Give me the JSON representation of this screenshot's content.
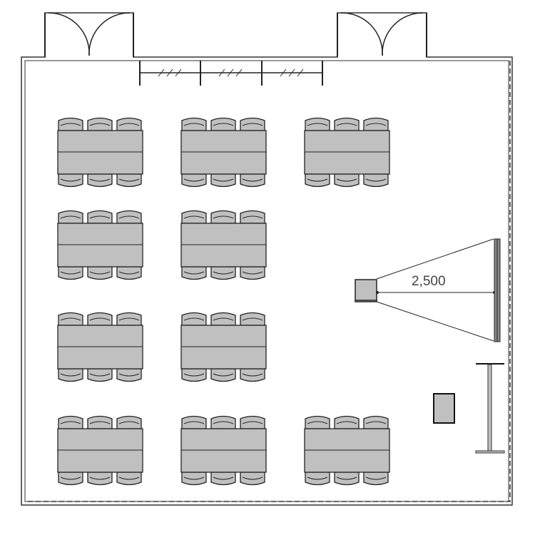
{
  "plan": {
    "dimension_label": "2,500",
    "tables_per_row": [
      3,
      2,
      2,
      3
    ],
    "chairs_per_side": 3,
    "colors": {
      "furniture_fill": "#c0c0c0",
      "line": "#222222",
      "background": "#ffffff"
    }
  }
}
